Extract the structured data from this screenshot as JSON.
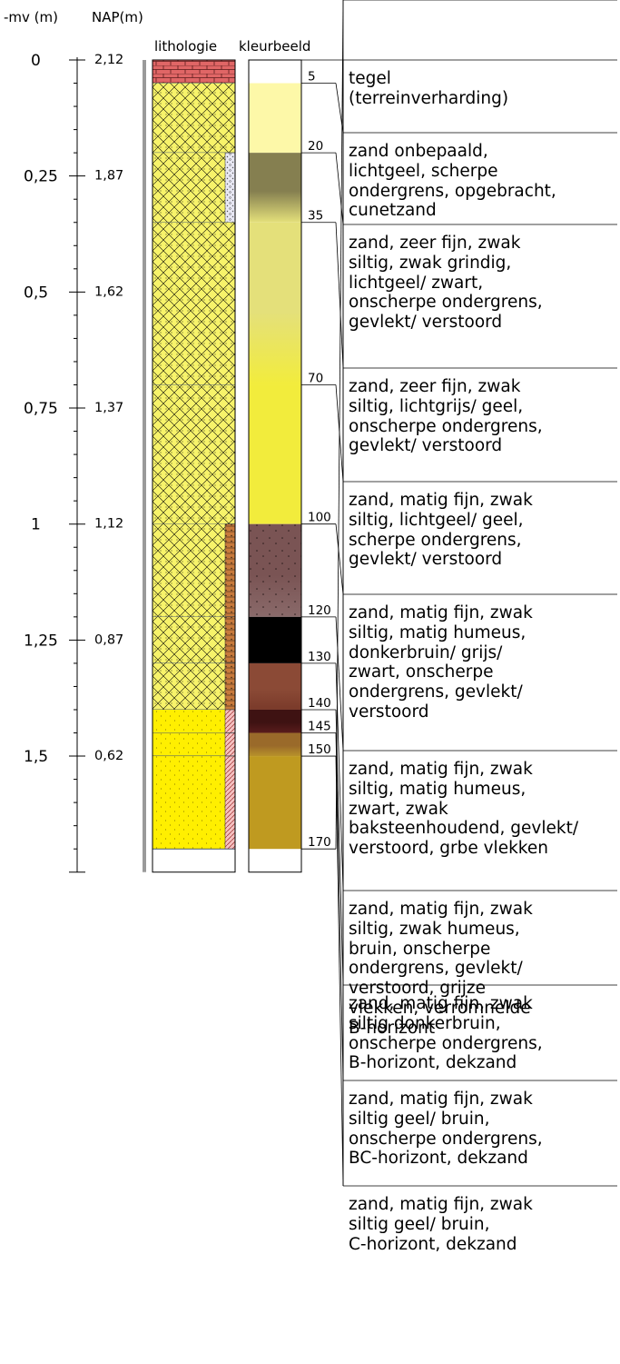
{
  "headers": {
    "mv": "-mv (m)",
    "nap": "NAP(m)",
    "lithologie": "lithologie",
    "kleurbeeld": "kleurbeeld"
  },
  "scale": {
    "top_depth_cm": 0,
    "bottom_depth_cm": 175,
    "ticks": [
      {
        "depth_cm": 0,
        "mv": "0",
        "nap": "2,12"
      },
      {
        "depth_cm": 25,
        "mv": "0,25",
        "nap": "1,87"
      },
      {
        "depth_cm": 50,
        "mv": "0,5",
        "nap": "1,62"
      },
      {
        "depth_cm": 75,
        "mv": "0,75",
        "nap": "1,37"
      },
      {
        "depth_cm": 100,
        "mv": "1",
        "nap": "1,12"
      },
      {
        "depth_cm": 125,
        "mv": "1,25",
        "nap": "0,87"
      },
      {
        "depth_cm": 150,
        "mv": "1,5",
        "nap": "0,62"
      }
    ]
  },
  "layers": [
    {
      "top_cm": 0,
      "bottom_cm": 5,
      "label": "5",
      "lithology": "brick",
      "color_top": "#ffffff",
      "color_bottom": "#ffffff",
      "description": "tegel\n(terreinverharding)"
    },
    {
      "top_cm": 5,
      "bottom_cm": 20,
      "label": "20",
      "lithology": "sand-cross",
      "color_top": "#fdf8a8",
      "color_bottom": "#fdf8a8",
      "description": "zand onbepaald,\nlichtgeel, scherpe\nondergrens, opgebracht,\ncunetzand"
    },
    {
      "top_cm": 20,
      "bottom_cm": 35,
      "label": "35",
      "lithology": "sand-cross-gravel",
      "color_top": "#857f50",
      "color_bottom": "#e4e07a",
      "description": "zand, zeer fijn, zwak\nsiltig, zwak grindig,\nlichtgeel/ zwart,\nonscherpe ondergrens,\ngevlekt/ verstoord"
    },
    {
      "top_cm": 35,
      "bottom_cm": 70,
      "label": "70",
      "lithology": "sand-cross",
      "color_top": "#e4e07a",
      "color_bottom": "#f2ec3c",
      "description": "zand, zeer fijn, zwak\nsiltig, lichtgrijs/ geel,\nonscherpe ondergrens,\ngevlekt/ verstoord"
    },
    {
      "top_cm": 70,
      "bottom_cm": 100,
      "label": "100",
      "lithology": "sand-cross",
      "color_top": "#f2ec3c",
      "color_bottom": "#f2ec3c",
      "description": "zand, matig fijn, zwak\nsiltig, lichtgeel/ geel,\nscherpe ondergrens,\ngevlekt/ verstoord"
    },
    {
      "top_cm": 100,
      "bottom_cm": 120,
      "label": "120",
      "lithology": "sand-cross-humus",
      "color_top": "#7a5454",
      "color_bottom": "#8a6a6a",
      "description": "zand, matig fijn, zwak\nsiltig, matig humeus,\ndonkerbruin/ grijs/\nzwart, onscherpe\nondergrens, gevlekt/\nverstoord"
    },
    {
      "top_cm": 120,
      "bottom_cm": 130,
      "label": "130",
      "lithology": "sand-cross-humus",
      "color_top": "#000000",
      "color_bottom": "#000000",
      "description": "zand, matig fijn, zwak\nsiltig, matig humeus,\nzwart, zwak\nbaksteenhoudend, gevlekt/\nverstoord, grbe vlekken"
    },
    {
      "top_cm": 130,
      "bottom_cm": 140,
      "label": "140",
      "lithology": "sand-cross-humus",
      "color_top": "#8b4a36",
      "color_bottom": "#7a3a2a",
      "description": "zand, matig fijn, zwak\nsiltig, zwak humeus,\nbruin, onscherpe\nondergrens, gevlekt/\nverstoord, grijze\nvlekken, verromnelde\nB-horizont"
    },
    {
      "top_cm": 140,
      "bottom_cm": 145,
      "label": "145",
      "lithology": "sand-dots",
      "color_top": "#3e1212",
      "color_bottom": "#5a1c1c",
      "description": "zand, matig fijn, zwak\nsiltig donkerbruin,\nonscherpe ondergrens,\nB-horizont, dekzand"
    },
    {
      "top_cm": 145,
      "bottom_cm": 150,
      "label": "150",
      "lithology": "sand-dots",
      "color_top": "#9a6a2a",
      "color_bottom": "#b8922a",
      "description": "zand, matig fijn, zwak\nsiltig geel/ bruin,\nonscherpe ondergrens,\nBC-horizont, dekzand"
    },
    {
      "top_cm": 150,
      "bottom_cm": 170,
      "label": "170",
      "lithology": "sand-dots",
      "color_top": "#bf9a20",
      "color_bottom": "#bf9a20",
      "description": "zand, matig fijn, zwak\nsiltig geel/ bruin,\nC-horizont, dekzand"
    }
  ]
}
